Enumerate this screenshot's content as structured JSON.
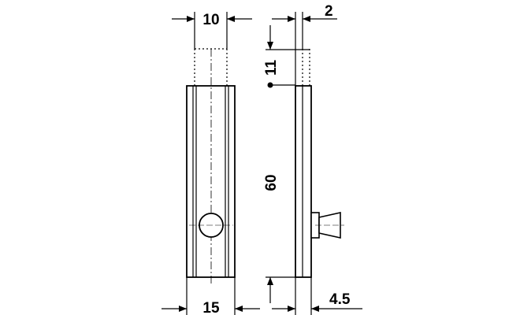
{
  "dimensions": {
    "top_width": "10",
    "thickness": "2",
    "offset": "11",
    "height": "60",
    "bottom_width": "15",
    "projection": "4.5"
  },
  "colors": {
    "line": "#000000",
    "background": "#ffffff"
  }
}
